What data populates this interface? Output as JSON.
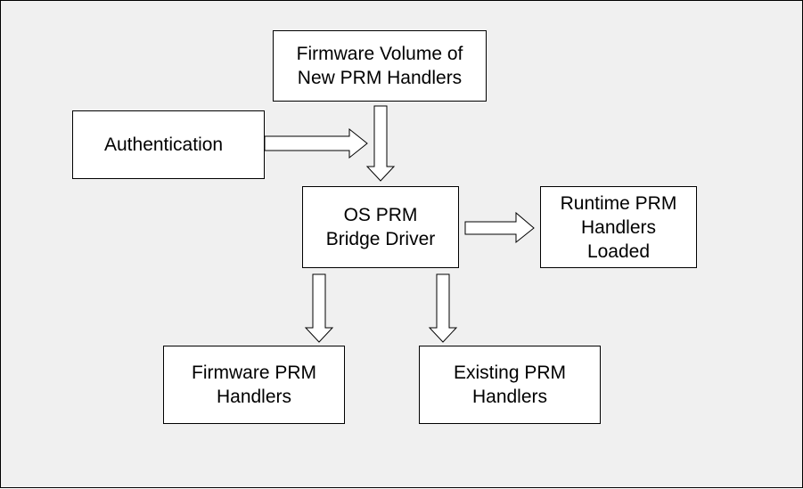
{
  "nodes": {
    "firmware_volume": "Firmware Volume of\nNew PRM Handlers",
    "authentication": "Authentication",
    "os_bridge": "OS PRM\nBridge Driver",
    "runtime_loaded": "Runtime PRM\nHandlers\nLoaded",
    "firmware_handlers": "Firmware PRM\nHandlers",
    "existing_handlers": "Existing PRM\nHandlers"
  },
  "edges": [
    {
      "from": "Firmware Volume of New PRM Handlers",
      "to": "OS PRM Bridge Driver"
    },
    {
      "from": "Authentication",
      "to": "OS PRM Bridge Driver"
    },
    {
      "from": "OS PRM Bridge Driver",
      "to": "Runtime PRM Handlers Loaded"
    },
    {
      "from": "OS PRM Bridge Driver",
      "to": "Firmware PRM Handlers"
    },
    {
      "from": "OS PRM Bridge Driver",
      "to": "Existing PRM Handlers"
    }
  ]
}
